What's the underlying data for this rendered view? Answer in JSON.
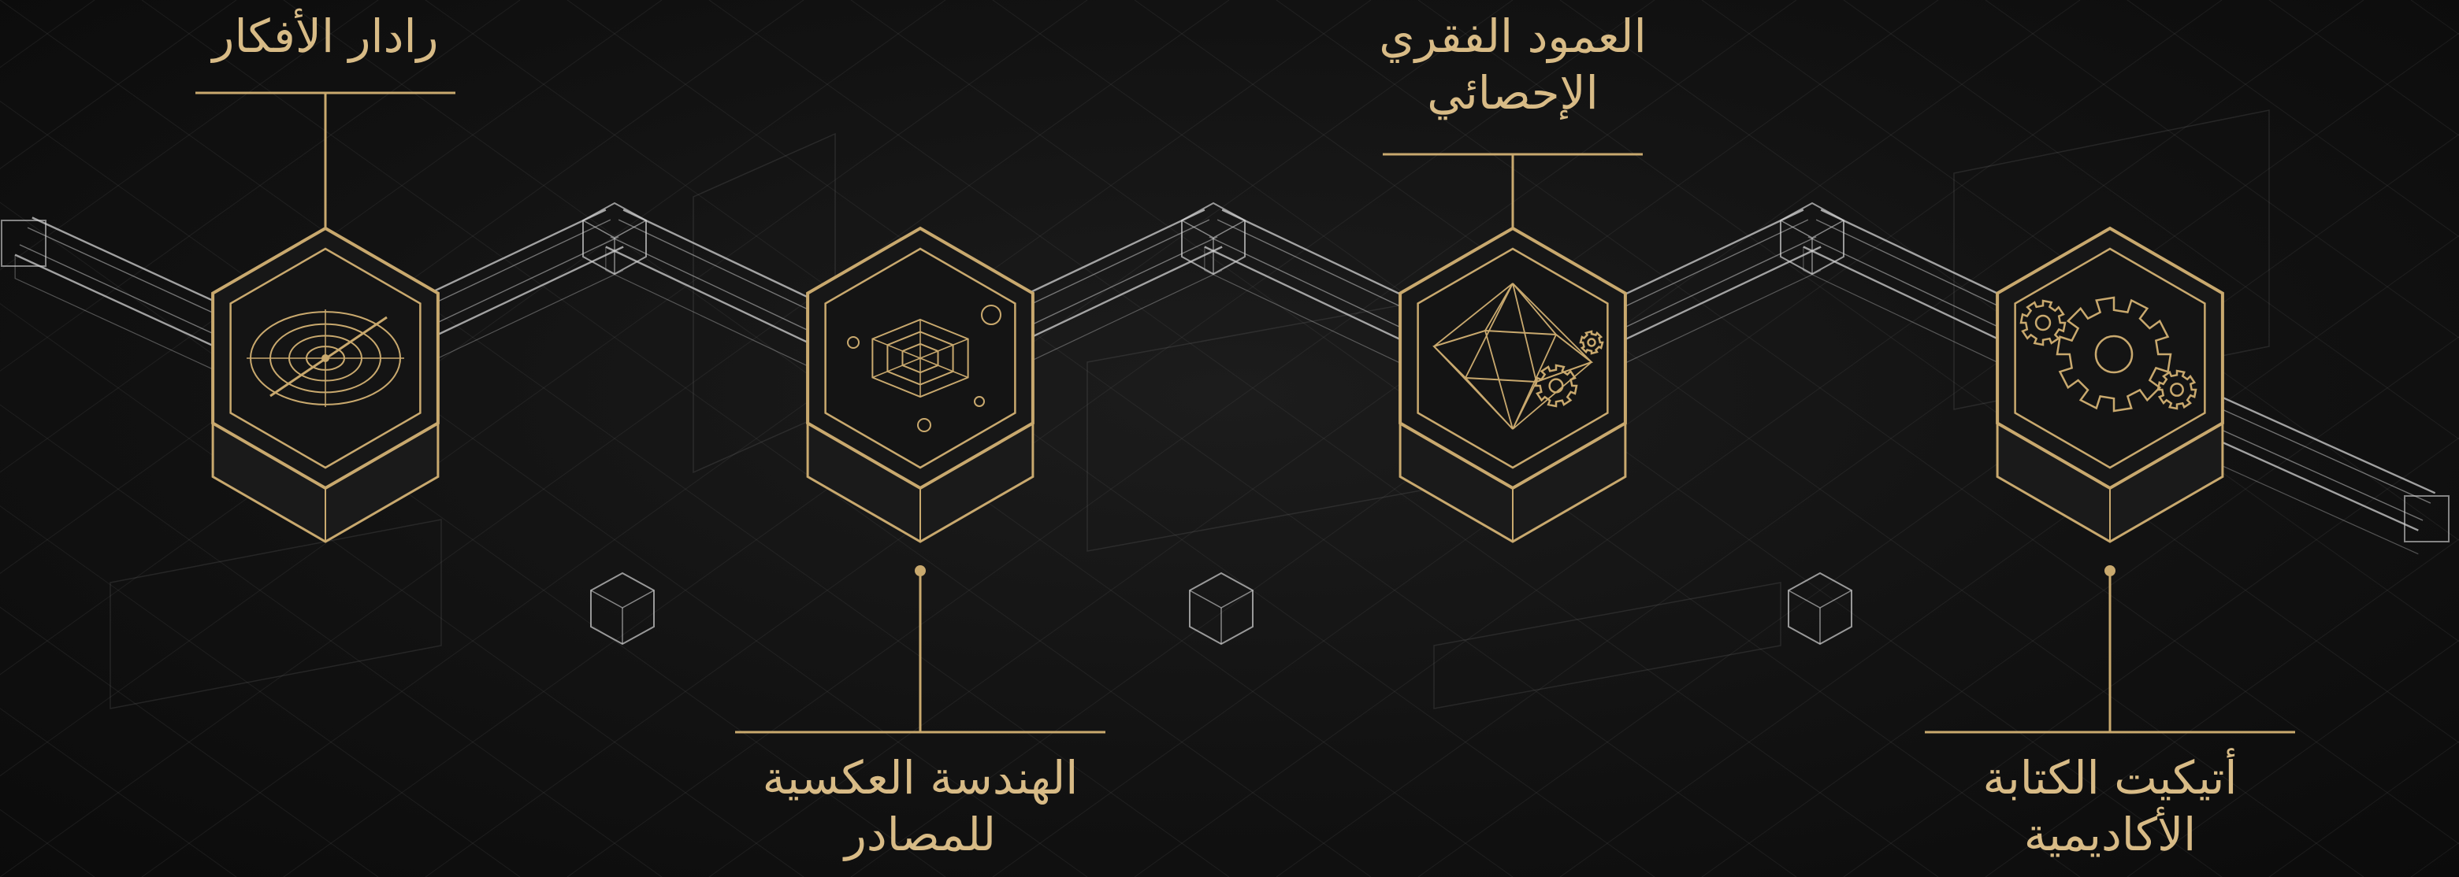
{
  "diagram": {
    "accent_color": "#c9a96e",
    "wire_color": "#d2d2d2",
    "background_color": "#121212",
    "stages": [
      {
        "id": "idea-radar",
        "label_lines": [
          "رادار الأفكار"
        ],
        "icon": "radar-icon",
        "callout": "above"
      },
      {
        "id": "reverse-engineering",
        "label_lines": [
          "الهندسة العكسية",
          "للمصادر"
        ],
        "icon": "spider-web-icon",
        "callout": "below"
      },
      {
        "id": "statistical-backbone",
        "label_lines": [
          "العمود الفقري",
          "الإحصائي"
        ],
        "icon": "polyhedron-gears-icon",
        "callout": "above"
      },
      {
        "id": "academic-writing",
        "label_lines": [
          "أتيكيت الكتابة",
          "الأكاديمية"
        ],
        "icon": "gears-icon",
        "callout": "below"
      }
    ]
  }
}
